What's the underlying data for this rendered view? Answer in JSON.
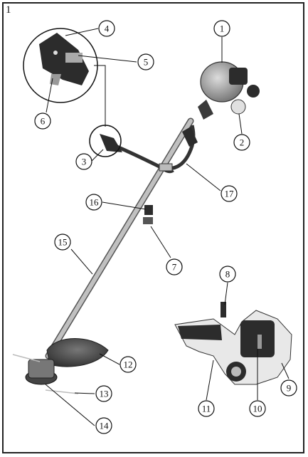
{
  "figure_number": "1",
  "callouts": [
    {
      "id": "c1",
      "label": "1"
    },
    {
      "id": "c2",
      "label": "2"
    },
    {
      "id": "c3",
      "label": "3"
    },
    {
      "id": "c4",
      "label": "4"
    },
    {
      "id": "c5",
      "label": "5"
    },
    {
      "id": "c6",
      "label": "6"
    },
    {
      "id": "c7",
      "label": "7"
    },
    {
      "id": "c8",
      "label": "8"
    },
    {
      "id": "c9",
      "label": "9"
    },
    {
      "id": "c10",
      "label": "10"
    },
    {
      "id": "c11",
      "label": "11"
    },
    {
      "id": "c12",
      "label": "12"
    },
    {
      "id": "c13",
      "label": "13"
    },
    {
      "id": "c14",
      "label": "14"
    },
    {
      "id": "c15",
      "label": "15"
    },
    {
      "id": "c16",
      "label": "16"
    },
    {
      "id": "c17",
      "label": "17"
    }
  ],
  "colors": {
    "line": "#111111",
    "metal": "#c9c9c9",
    "dark_part": "#2c2c2c",
    "mid_part": "#6e6e6e"
  }
}
